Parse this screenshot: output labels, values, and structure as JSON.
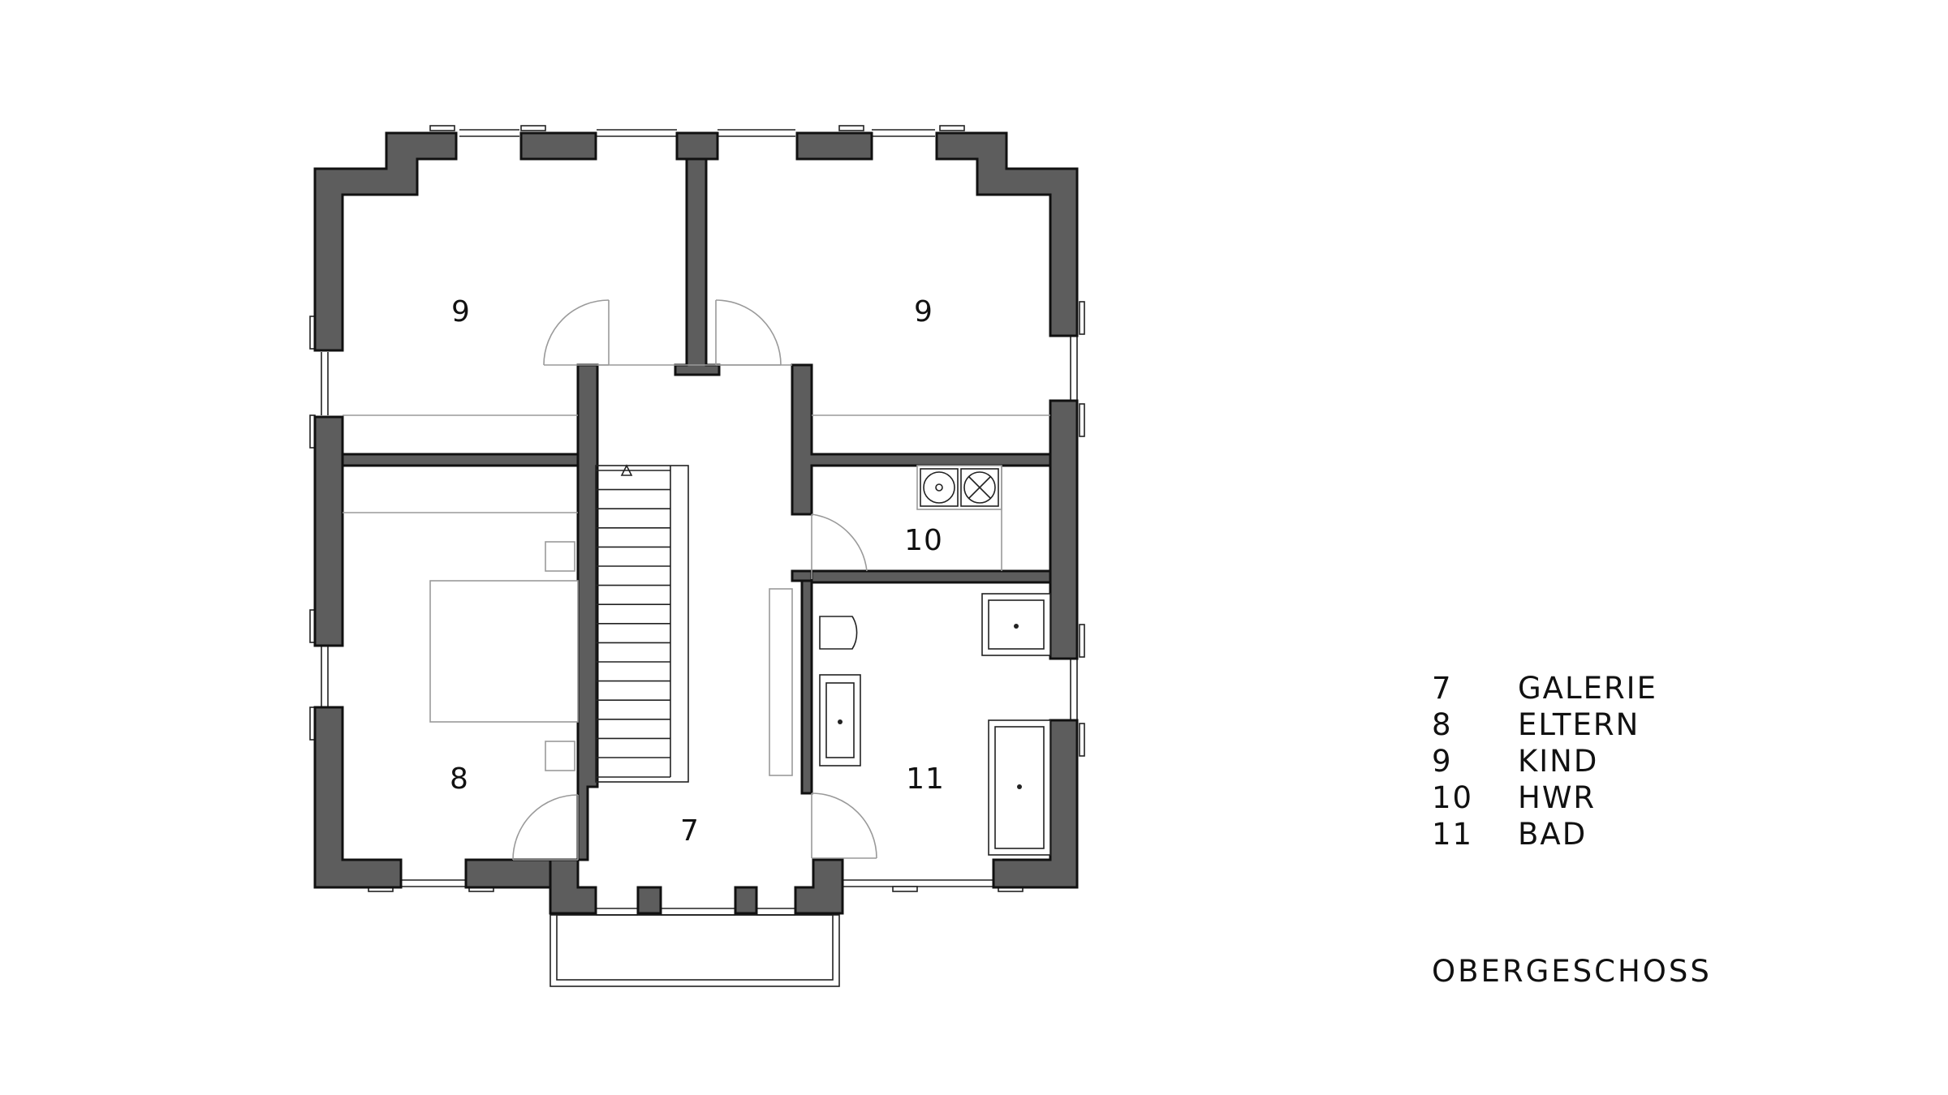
{
  "rooms": [
    {
      "id": "7",
      "name": "GALERIE"
    },
    {
      "id": "8",
      "name": "ELTERN"
    },
    {
      "id": "9",
      "name": "KIND"
    },
    {
      "id": "10",
      "name": "HWR"
    },
    {
      "id": "11",
      "name": "BAD"
    }
  ],
  "labels": {
    "galerie": "7",
    "eltern": "8",
    "kind_left": "9",
    "kind_right": "9",
    "hwr": "10",
    "bad": "11"
  },
  "floor_title": "OBERGESCHOSS",
  "colors": {
    "wall_fill": "#5d5d5d",
    "wall_outline": "#111111",
    "line": "#222222",
    "furniture": "#9a9a9a"
  }
}
